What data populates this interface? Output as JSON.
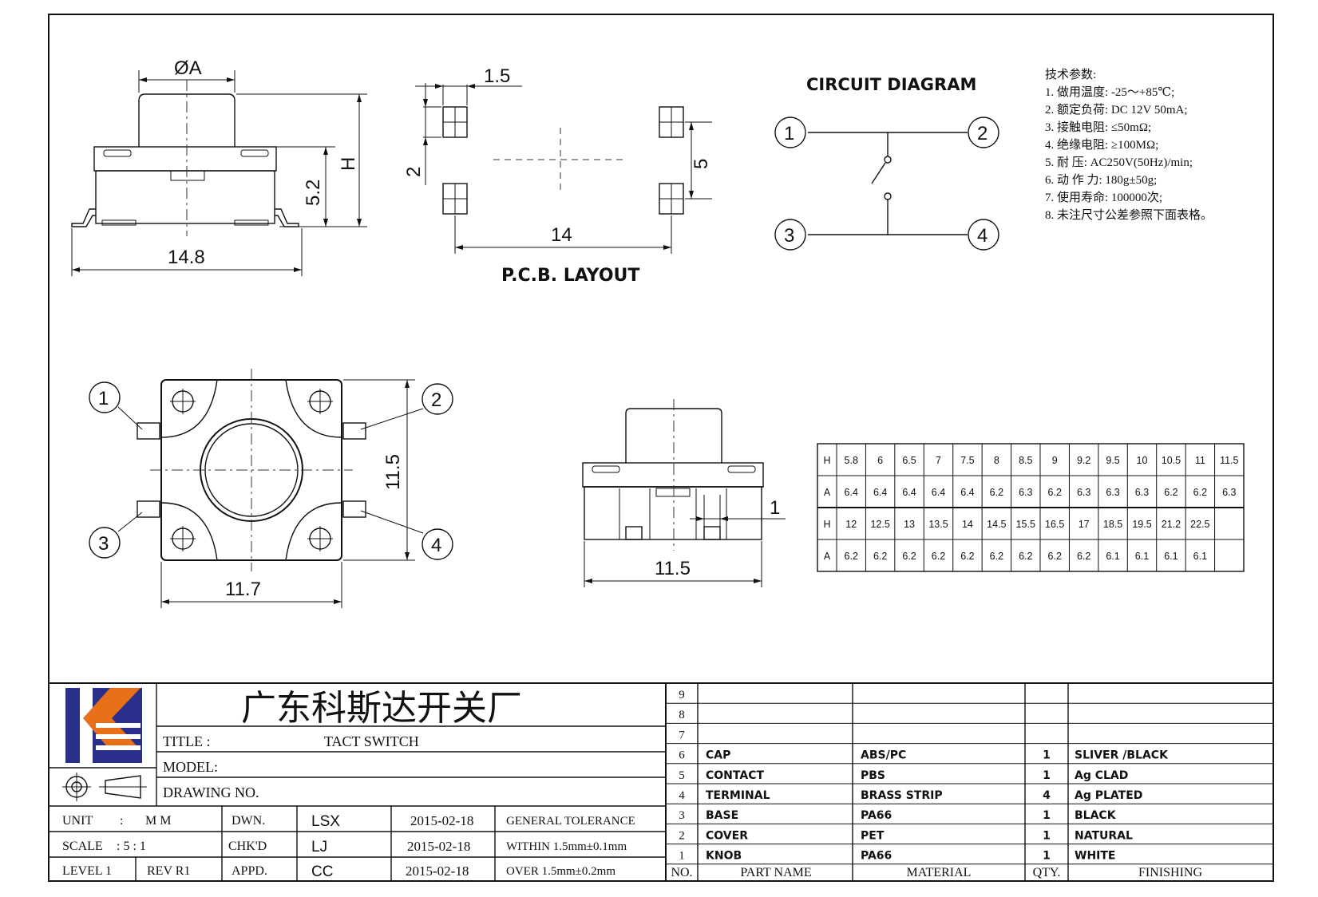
{
  "drawing": {
    "side_view": {
      "dia_label": "ØA",
      "height_label": "H",
      "dim_52": "5.2",
      "width_label": "14.8"
    },
    "pcb_layout": {
      "title": "P.C.B. LAYOUT",
      "dim_15": "1.5",
      "dim_2": "2",
      "dim_5": "5",
      "dim_14": "14"
    },
    "circuit": {
      "title": "CIRCUIT DIAGRAM",
      "pins": [
        "1",
        "2",
        "3",
        "4"
      ]
    },
    "top_view": {
      "pins": [
        "1",
        "2",
        "3",
        "4"
      ],
      "dim_117": "11.7",
      "dim_115": "11.5"
    },
    "front_view": {
      "dim_115": "11.5",
      "dim_1": "1"
    }
  },
  "specs": {
    "heading": "技术参数:",
    "items": [
      "1.  做用温度: -25～+85℃;",
      "2.  额定负荷: DC  12V  50mA;",
      "3.  接触电阻: ≤50mΩ;",
      "4.  绝缘电阻: ≥100MΩ;",
      "5.  耐      压: AC250V(50Hz)/min;",
      "6.  动  作  力: 180g±50g;",
      "7.  使用寿命: 100000次;",
      "8.  未注尺寸公差参照下面表格。"
    ]
  },
  "dimension_table": {
    "rows": [
      [
        "H",
        "5.8",
        "6",
        "6.5",
        "7",
        "7.5",
        "8",
        "8.5",
        "9",
        "9.2",
        "9.5",
        "10",
        "10.5",
        "11",
        "11.5"
      ],
      [
        "A",
        "6.4",
        "6.4",
        "6.4",
        "6.4",
        "6.4",
        "6.2",
        "6.3",
        "6.2",
        "6.3",
        "6.3",
        "6.3",
        "6.2",
        "6.2",
        "6.3"
      ],
      [
        "H",
        "12",
        "12.5",
        "13",
        "13.5",
        "14",
        "14.5",
        "15.5",
        "16.5",
        "17",
        "18.5",
        "19.5",
        "21.2",
        "22.5",
        ""
      ],
      [
        "A",
        "6.2",
        "6.2",
        "6.2",
        "6.2",
        "6.2",
        "6.2",
        "6.2",
        "6.2",
        "6.2",
        "6.1",
        "6.1",
        "6.1",
        "6.1",
        ""
      ]
    ]
  },
  "title_block": {
    "company": "广东科斯达开关厂",
    "title_label": "TITLE :",
    "title_value": "TACT SWITCH",
    "model_label": "MODEL:",
    "drawing_no_label": "DRAWING NO.",
    "unit_label": "UNIT",
    "unit_colon": ":",
    "unit_value": "M M",
    "scale_label": "SCALE",
    "scale_value": ":  5 : 1",
    "level_label": "LEVEL 1",
    "rev_label": "REV  R1",
    "dwn_label": "DWN.",
    "chkd_label": "CHK'D",
    "appd_label": "APPD.",
    "dwn_name": "LSX",
    "chkd_name": "LJ",
    "appd_name": "CC",
    "dwn_date": "2015-02-18",
    "chkd_date": "2015-02-18",
    "appd_date": "2015-02-18",
    "tolerance_title": "GENERAL TOLERANCE",
    "tolerance_within": "WITHIN 1.5mm±0.1mm",
    "tolerance_over": "OVER    1.5mm±0.2mm"
  },
  "bom": {
    "headers": {
      "no": "NO.",
      "part": "PART  NAME",
      "material": "MATERIAL",
      "qty": "QTY.",
      "finish": "FINISHING"
    },
    "rows": [
      {
        "no": "9",
        "part": "",
        "material": "",
        "qty": "",
        "finish": ""
      },
      {
        "no": "8",
        "part": "",
        "material": "",
        "qty": "",
        "finish": ""
      },
      {
        "no": "7",
        "part": "",
        "material": "",
        "qty": "",
        "finish": ""
      },
      {
        "no": "6",
        "part": "CAP",
        "material": "ABS/PC",
        "qty": "1",
        "finish": "SLIVER /BLACK"
      },
      {
        "no": "5",
        "part": "CONTACT",
        "material": "PBS",
        "qty": "1",
        "finish": "Ag CLAD"
      },
      {
        "no": "4",
        "part": "TERMINAL",
        "material": "BRASS STRIP",
        "qty": "4",
        "finish": "Ag PLATED"
      },
      {
        "no": "3",
        "part": "BASE",
        "material": "PA66",
        "qty": "1",
        "finish": "BLACK"
      },
      {
        "no": "2",
        "part": "COVER",
        "material": "PET",
        "qty": "1",
        "finish": "NATURAL"
      },
      {
        "no": "1",
        "part": "KNOB",
        "material": "PA66",
        "qty": "1",
        "finish": "WHITE"
      }
    ]
  },
  "colors": {
    "logo_blue": "#2b2f8c",
    "logo_orange": "#e8701a",
    "ink": "#111111"
  }
}
